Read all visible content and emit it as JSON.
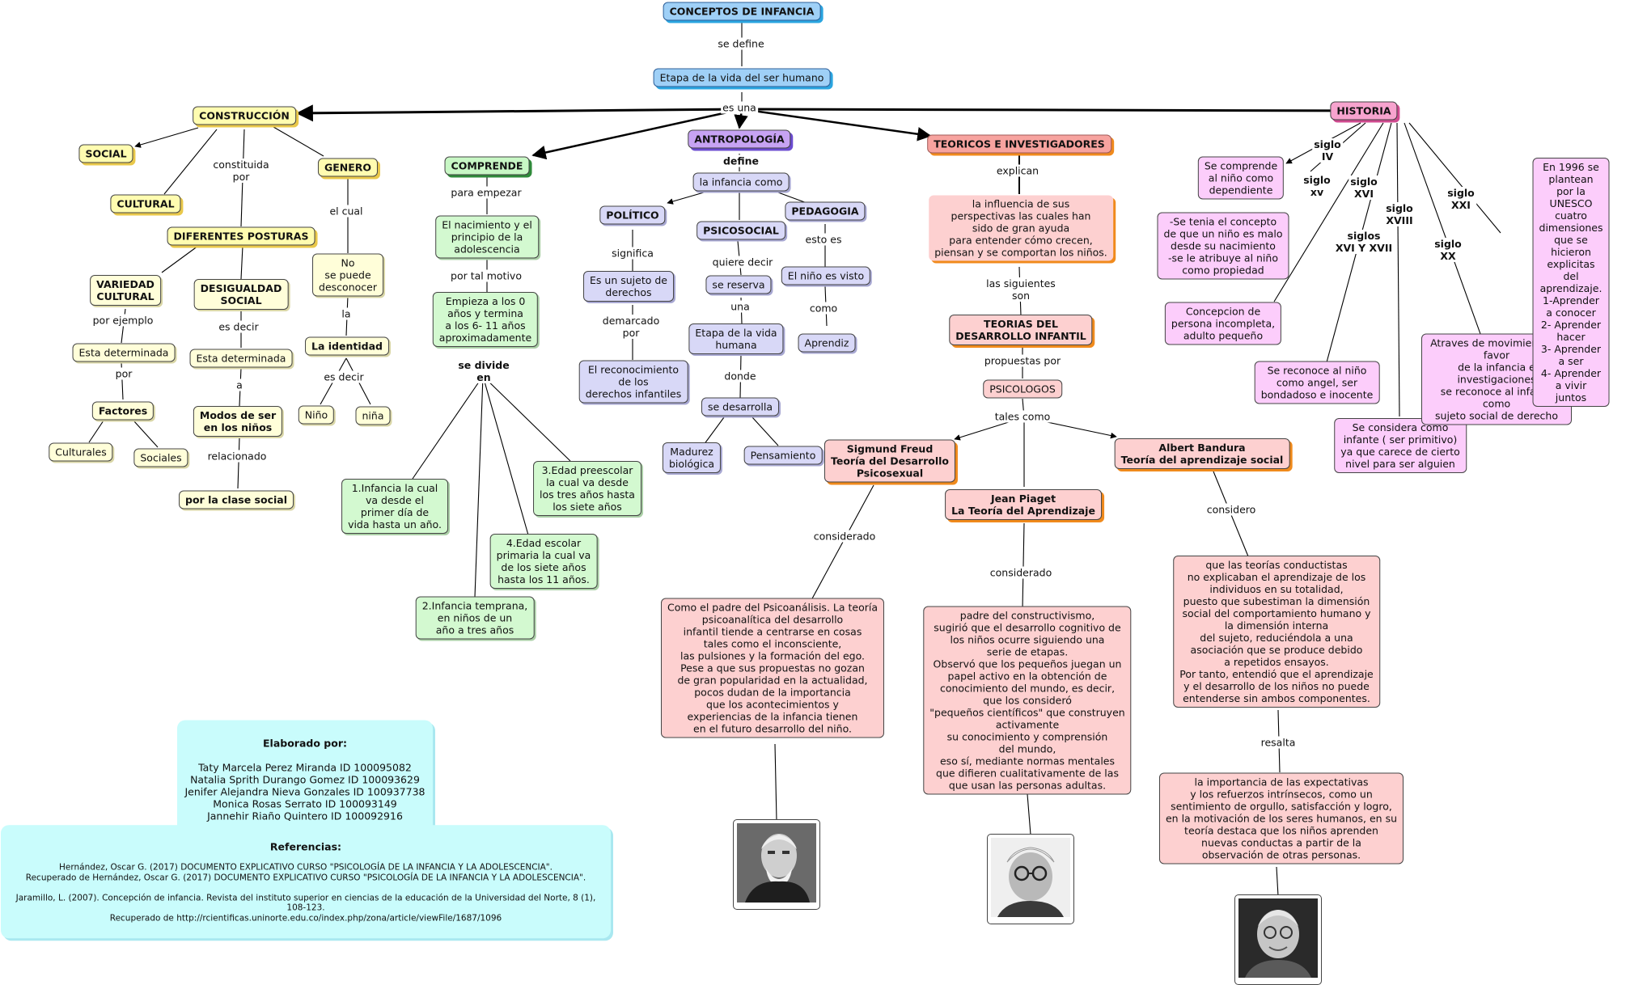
{
  "title": "CONCEPTOS DE INFANCIA",
  "nodes": {
    "conceptos": "CONCEPTOS DE INFANCIA",
    "etapa": "Etapa de la vida del ser humano",
    "construccion": "CONSTRUCCIÓN",
    "social": "SOCIAL",
    "cultural": "CULTURAL",
    "genero": "GENERO",
    "diferentes_posturas": "DIFERENTES POSTURAS",
    "variedad_cultural": "VARIEDAD\nCULTURAL",
    "desigualdad_social": "DESIGUALDAD\nSOCIAL",
    "esta_determinada_1": "Esta determinada",
    "esta_determinada_2": "Esta determinada",
    "factores": "Factores",
    "culturales": "Culturales",
    "sociales": "Sociales",
    "modos_ser": "Modos de ser\nen los niños",
    "clase_social": "por la clase social",
    "no_puede": "No\nse puede\ndesconocer",
    "la_identidad": "La identidad",
    "nino": "Niño",
    "nina": "niña",
    "comprende": "COMPRENDE",
    "nacimiento": "El nacimiento y el\nprincipio de la\nadolescencia",
    "empieza": "Empieza a los 0\naños y termina\na los 6- 11 años\naproximadamente",
    "etapa1": "1.Infancia la cual\nva desde el\nprimer día de\nvida hasta un año.",
    "etapa2": "2.Infancia temprana,\nen niños de un\naño a tres años",
    "etapa3": "3.Edad preescolar\nla cual va desde\nlos tres años hasta\nlos siete años",
    "etapa4": "4.Edad escolar\nprimaria la cual va\nde los siete años\nhasta los 11 años.",
    "antropologia": "ANTROPOLOGÍA",
    "infancia_como": "la infancia como",
    "politico": "POLÍTICO",
    "psicosocial": "PSICOSOCIAL",
    "pedagogia": "PEDAGOGIA",
    "sujeto_derechos": "Es un sujeto de\nderechos",
    "reconocimiento": "El reconocimiento\nde los\nderechos infantiles",
    "se_reserva": "se reserva",
    "etapa_vida": "Etapa de la vida\nhumana",
    "se_desarrolla": "se desarrolla",
    "madurez": "Madurez\nbiológica",
    "pensamiento": "Pensamiento",
    "nino_visto": "El niño es visto",
    "aprendiz": "Aprendiz",
    "teoricos": "TEORICOS E INVESTIGADORES",
    "influencia": "la influencia de sus\nperspectivas  las cuales han\nsido de gran ayuda\npara entender cómo crecen,\npiensan y se comportan los niños.",
    "teorias": "TEORIAS DEL\nDESARROLLO INFANTIL",
    "psicologos": "PSICOLOGOS",
    "freud": "Sigmund Freud\nTeoría del Desarrollo\nPsicosexual",
    "piaget": "Jean Piaget\nLa Teoría del Aprendizaje",
    "bandura": "Albert Bandura\nTeoría del aprendizaje social",
    "freud_text": "Como el padre del Psicoanálisis. La teoría\npsicoanalítica del desarrollo\ninfantil tiende a centrarse en cosas\ntales como el inconsciente,\nlas pulsiones y la formación del ego.\nPese a que sus propuestas no gozan\nde gran popularidad en la actualidad,\npocos dudan de la importancia\nque los acontecimientos y\nexperiencias de la infancia tienen\nen el futuro desarrollo del niño.",
    "piaget_text": "padre del constructivismo,\nsugirió que el desarrollo cognitivo de\nlos niños ocurre siguiendo una\nserie de etapas.\nObservó que los pequeños juegan un\npapel activo en la obtención de\nconocimiento del mundo, es decir,\nque los consideró\n\"pequeños científicos\" que construyen\nactivamente\nsu conocimiento y comprensión\ndel mundo,\neso sí, mediante normas mentales\nque difieren cualitativamente de las\nque usan las personas adultas.",
    "bandura_text1": "que las teorías conductistas\nno explicaban el aprendizaje de los\nindividuos en su totalidad,\npuesto que subestiman la dimensión\nsocial del comportamiento humano y\nla dimensión interna\ndel sujeto, reduciéndola a una\nasociación que se produce debido\na repetidos ensayos.\nPor tanto, entendió que el aprendizaje\ny el desarrollo de los niños no puede\nentenderse sin ambos componentes.",
    "bandura_text2": "la importancia de las expectativas\ny los refuerzos intrínsecos, como un\nsentimiento de orgullo, satisfacción y logro,\nen la motivación de los seres humanos, en su\nteoría destaca que los niños aprenden\nnuevas conductas a partir de la\nobservación de otras personas.",
    "historia": "HISTORIA",
    "siglo_iv_text": "Se comprende\nal niño como\ndependiente",
    "siglo_xv_text": "-Se tenia el concepto\nde que un niño es malo\ndesde su nacimiento\n-se le atribuye al niño\ncomo propiedad",
    "siglo_xvi_text": "Concepcion de\npersona incompleta,\nadulto pequeño",
    "siglo_xvii_text": "Se reconoce al niño\ncomo angel, ser\nbondadoso e inocente",
    "siglo_xviii_text": "Se considera como\ninfante ( ser primitivo)\nya que carece  de cierto\nnivel  para ser alguien",
    "siglo_xx_text": "Atraves de movimientos a favor\nde la infancia e investigaciones\nse reconoce al infante como\nsujeto social de derecho",
    "siglo_xxi_text": "En 1996 se plantean\npor la UNESCO cuatro\ndimensiones que se hicieron\nexplicitas del aprendizaje.\n1-Aprender a conocer\n2- Aprender hacer\n3- Aprender a ser\n4- Aprender a vivir juntos",
    "elaborado_title": "Elaborado por:",
    "elaborado_body": "Taty Marcela Perez Miranda ID 100095082\nNatalia Sprith Durango Gomez ID  100093629\nJenifer Alejandra Nieva Gonzales ID 100937738\nMonica Rosas Serrato ID 100093149\nJannehir Riaño Quintero ID 100092916",
    "referencias_title": "Referencias:",
    "referencias_body": "Hernández, Oscar G. (2017) DOCUMENTO EXPLICATIVO CURSO \"PSICOLOGÍA DE LA INFANCIA Y LA ADOLESCENCIA\".\nRecuperado de Hernández, Oscar G. (2017) DOCUMENTO EXPLICATIVO CURSO \"PSICOLOGÍA DE LA INFANCIA Y LA ADOLESCENCIA\".\n\nJaramillo, L. (2007). Concepción de infancia. Revista del instituto superior en ciencias de la educación de la Universidad del Norte, 8 (1), 108-123.\nRecuperado de http://rcientificas.uninorte.edu.co/index.php/zona/article/viewFile/1687/1096"
  },
  "labels": {
    "se_define": "se define",
    "es_una": "es una",
    "constituida_por": "constituida\npor",
    "el_cual": "el cual",
    "por_ejemplo": "por ejemplo",
    "por": "por",
    "es_decir_1": "es decir",
    "a": "a",
    "relacionado": "relacionado",
    "la": "la",
    "es_decir_2": "es decir",
    "para_empezar": "para empezar",
    "por_tal_motivo": "por tal motivo",
    "se_divide_en": "se divide\nen",
    "define": "define",
    "significa": "significa",
    "demarcado_por": "demarcado\npor",
    "quiere_decir": "quiere decir",
    "una": "una",
    "donde": "donde",
    "esto_es": "esto es",
    "como": "como",
    "explican": "explican",
    "las_siguientes_son": "las siguientes\nson",
    "propuestas_por": "propuestas por",
    "tales_como": "tales como",
    "considerado_1": "considerado",
    "considerado_2": "considerado",
    "considero": "considero",
    "resalta": "resalta",
    "siglo_iv": "siglo\nIV",
    "siglo_xv": "siglo\nxv",
    "siglo_xvi": "siglo\nXVI",
    "siglos_xvi_xvii": "siglos\nXVI Y XVII",
    "siglo_xviii": "siglo\nXVIII",
    "siglo_xx": "siglo\nXX",
    "siglo_xxi": "siglo\nXXI"
  },
  "photos": {
    "freud": "photo-freud",
    "piaget": "photo-piaget",
    "bandura": "photo-bandura"
  }
}
